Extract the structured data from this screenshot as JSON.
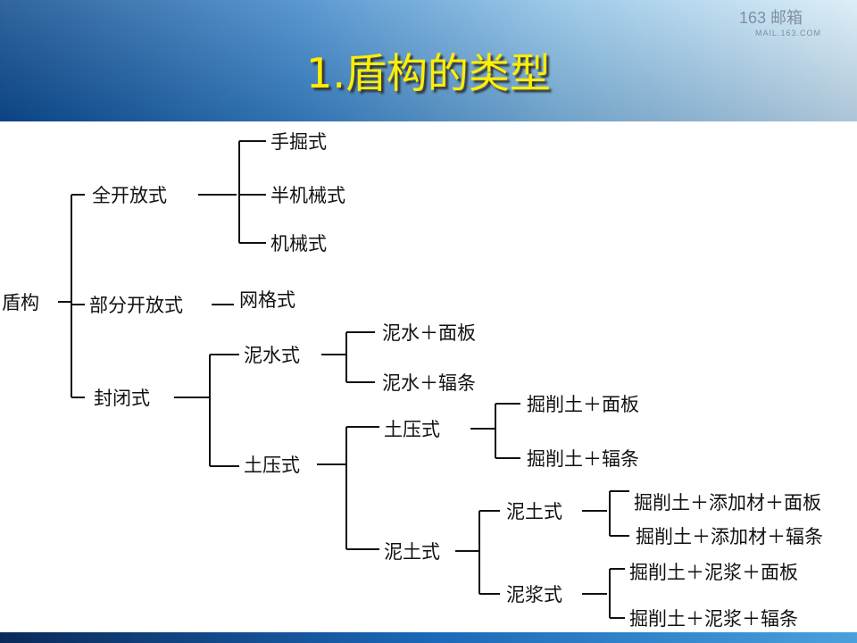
{
  "title": "1.盾构的类型",
  "logo": {
    "brand": "163 邮箱",
    "url_text": "MAIL.163.COM"
  },
  "tree": {
    "root": "盾构",
    "open": "全开放式",
    "manual": "手掘式",
    "semi": "半机械式",
    "mech": "机械式",
    "partial": "部分开放式",
    "grid": "网格式",
    "closed": "封闭式",
    "slurry": "泥水式",
    "slurry_panel": "泥水＋面板",
    "slurry_spoke": "泥水＋辐条",
    "epb": "土压式",
    "epb_sub": "土压式",
    "epb_panel": "掘削土＋面板",
    "epb_spoke": "掘削土＋辐条",
    "mud": "泥土式",
    "mud_sub": "泥土式",
    "mud_add_panel": "掘削土＋添加材＋面板",
    "mud_add_spoke": "掘削土＋添加材＋辐条",
    "mud_slurry": "泥浆式",
    "mud_slurry_panel": "掘削土＋泥浆＋面板",
    "mud_slurry_spoke": "掘削土＋泥浆＋辐条"
  }
}
